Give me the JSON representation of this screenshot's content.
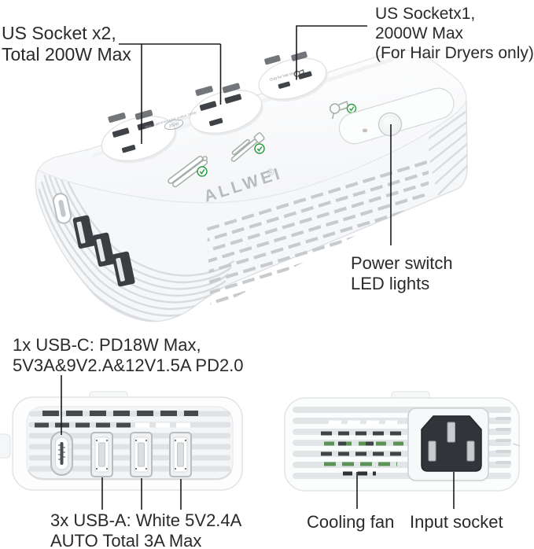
{
  "colors": {
    "accent_green": "#2f9e43",
    "icon_outline": "#a3aea6",
    "slot_dark": "#3f4246",
    "logo_gray": "#b6bbc0",
    "leader_line": "#1b1b1b",
    "fan_green": "#5d9356",
    "body_white": "#fdfdfe"
  },
  "annotations": {
    "us_socket_x2": [
      "US Socket x2,",
      "Total 200W Max"
    ],
    "us_socket_x1": [
      "US Socketx1,",
      "2000W Max",
      "(For Hair Dryers only)"
    ],
    "power_switch": [
      "Power switch",
      "LED lights"
    ],
    "usb_c": [
      "1x USB-C: PD18W Max,",
      "5V3A&9V2.A&12V1.5A PD2.0"
    ],
    "usb_a": [
      "3x USB-A: White 5V2.4A",
      "AUTO Total 3A Max"
    ],
    "cooling_fan": "Cooling fan",
    "input_socket": "Input socket"
  },
  "device": {
    "brand": "ALLWEI",
    "brand_reg": "®",
    "top_label": "Max supported total output 200W",
    "top_label_badge": "200W",
    "round_socket_label": "Only for hair dryer"
  }
}
